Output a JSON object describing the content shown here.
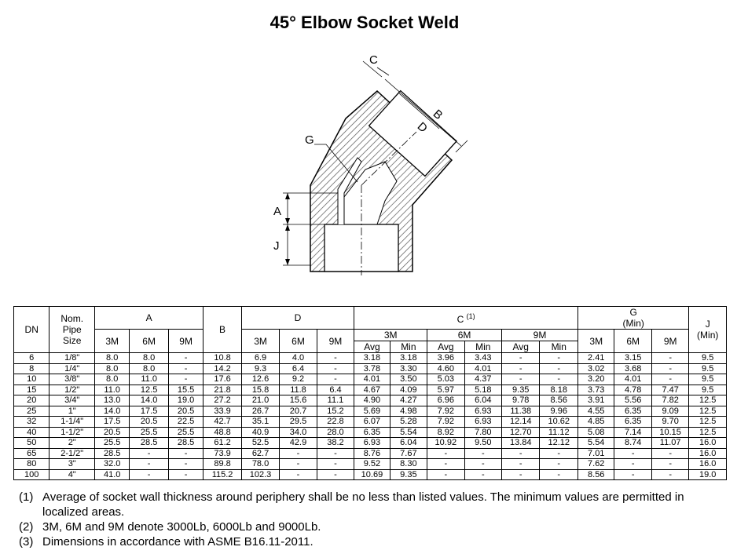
{
  "title": "45° Elbow Socket Weld",
  "diagram_labels": {
    "c": "C",
    "b": "B",
    "d": "D",
    "g": "G",
    "a": "A",
    "j": "J"
  },
  "table": {
    "headers": {
      "dn": "DN",
      "nps_line1": "Nom.",
      "nps_line2": "Pipe",
      "nps_line3": "Size",
      "a": "A",
      "b": "B",
      "d": "D",
      "c": "C",
      "c_note": "(1)",
      "g": "G",
      "g_sub": "(Min)",
      "j": "J",
      "j_sub": "(Min)",
      "cls_3m": "3M",
      "cls_6m": "6M",
      "cls_9m": "9M",
      "avg": "Avg",
      "min": "Min"
    },
    "rows": [
      [
        "6",
        "1/8\"",
        "8.0",
        "8.0",
        "-",
        "10.8",
        "6.9",
        "4.0",
        "-",
        "3.18",
        "3.18",
        "3.96",
        "3.43",
        "-",
        "-",
        "2.41",
        "3.15",
        "-",
        "9.5"
      ],
      [
        "8",
        "1/4\"",
        "8.0",
        "8.0",
        "-",
        "14.2",
        "9.3",
        "6.4",
        "-",
        "3.78",
        "3.30",
        "4.60",
        "4.01",
        "-",
        "-",
        "3.02",
        "3.68",
        "-",
        "9.5"
      ],
      [
        "10",
        "3/8\"",
        "8.0",
        "11.0",
        "-",
        "17.6",
        "12.6",
        "9.2",
        "-",
        "4.01",
        "3.50",
        "5.03",
        "4.37",
        "-",
        "-",
        "3.20",
        "4.01",
        "-",
        "9.5"
      ],
      [
        "15",
        "1/2\"",
        "11.0",
        "12.5",
        "15.5",
        "21.8",
        "15.8",
        "11.8",
        "6.4",
        "4.67",
        "4.09",
        "5.97",
        "5.18",
        "9.35",
        "8.18",
        "3.73",
        "4.78",
        "7.47",
        "9.5"
      ],
      [
        "20",
        "3/4\"",
        "13.0",
        "14.0",
        "19.0",
        "27.2",
        "21.0",
        "15.6",
        "11.1",
        "4.90",
        "4.27",
        "6.96",
        "6.04",
        "9.78",
        "8.56",
        "3.91",
        "5.56",
        "7.82",
        "12.5"
      ],
      [
        "25",
        "1\"",
        "14.0",
        "17.5",
        "20.5",
        "33.9",
        "26.7",
        "20.7",
        "15.2",
        "5.69",
        "4.98",
        "7.92",
        "6.93",
        "11.38",
        "9.96",
        "4.55",
        "6.35",
        "9.09",
        "12.5"
      ],
      [
        "32",
        "1-1/4\"",
        "17.5",
        "20.5",
        "22.5",
        "42.7",
        "35.1",
        "29.5",
        "22.8",
        "6.07",
        "5.28",
        "7.92",
        "6.93",
        "12.14",
        "10.62",
        "4.85",
        "6.35",
        "9.70",
        "12.5"
      ],
      [
        "40",
        "1-1/2\"",
        "20.5",
        "25.5",
        "25.5",
        "48.8",
        "40.9",
        "34.0",
        "28.0",
        "6.35",
        "5.54",
        "8.92",
        "7.80",
        "12.70",
        "11.12",
        "5.08",
        "7.14",
        "10.15",
        "12.5"
      ],
      [
        "50",
        "2\"",
        "25.5",
        "28.5",
        "28.5",
        "61.2",
        "52.5",
        "42.9",
        "38.2",
        "6.93",
        "6.04",
        "10.92",
        "9.50",
        "13.84",
        "12.12",
        "5.54",
        "8.74",
        "11.07",
        "16.0"
      ],
      [
        "65",
        "2-1/2\"",
        "28.5",
        "-",
        "-",
        "73.9",
        "62.7",
        "-",
        "-",
        "8.76",
        "7.67",
        "-",
        "-",
        "-",
        "-",
        "7.01",
        "-",
        "-",
        "16.0"
      ],
      [
        "80",
        "3\"",
        "32.0",
        "-",
        "-",
        "89.8",
        "78.0",
        "-",
        "-",
        "9.52",
        "8.30",
        "-",
        "-",
        "-",
        "-",
        "7.62",
        "-",
        "-",
        "16.0"
      ],
      [
        "100",
        "4\"",
        "41.0",
        "-",
        "-",
        "115.2",
        "102.3",
        "-",
        "-",
        "10.69",
        "9.35",
        "-",
        "-",
        "-",
        "-",
        "8.56",
        "-",
        "-",
        "19.0"
      ]
    ]
  },
  "notes": [
    {
      "num": "(1)",
      "text": "Average of socket wall thickness around periphery shall be no less than listed values.   The minimum values are permitted in localized areas."
    },
    {
      "num": "(2)",
      "text": "3M, 6M and 9M denote 3000Lb, 6000Lb and 9000Lb."
    },
    {
      "num": "(3)",
      "text": "Dimensions in accordance with ASME B16.11-2011."
    }
  ]
}
